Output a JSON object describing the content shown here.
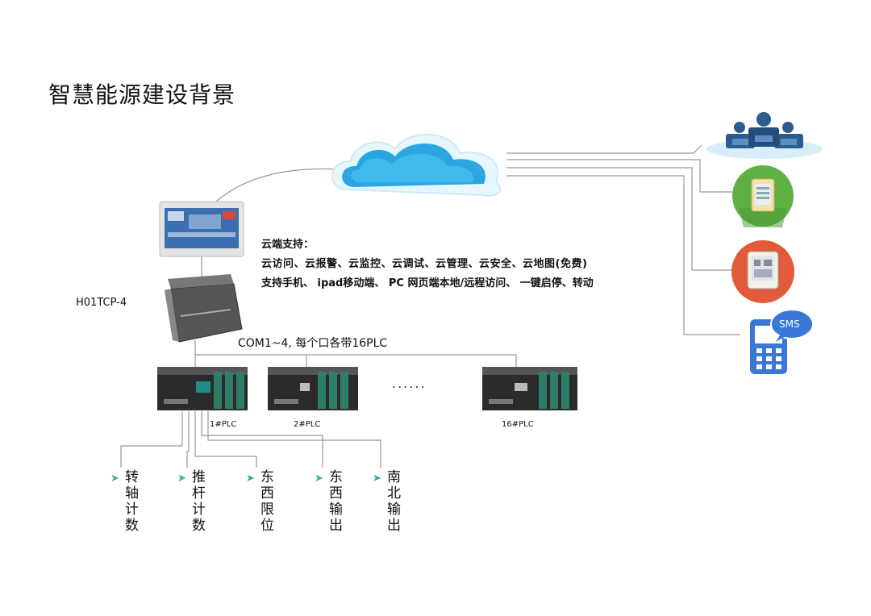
{
  "title": "智慧能源建设背景",
  "cloud_support": {
    "heading": "云端支持：",
    "line1": "云访问、云报警、云监控、云调试、云管理、云安全、云地图(免费)",
    "line2": "支持手机、 ipad移动端、 PC 网页端本地/远程访问、  一键启停、转动"
  },
  "gateway_label": "H01TCP-4",
  "com_label": "COM1~4, 每个口各带16PLC",
  "plcs": [
    {
      "label": "1#PLC"
    },
    {
      "label": "2#PLC"
    },
    {
      "label": "16#PLC"
    }
  ],
  "ellipsis": "......",
  "signals": [
    {
      "chars": [
        "转",
        "轴",
        "计",
        "数"
      ]
    },
    {
      "chars": [
        "推",
        "杆",
        "计",
        "数"
      ]
    },
    {
      "chars": [
        "东",
        "西",
        "限",
        "位"
      ]
    },
    {
      "chars": [
        "东",
        "西",
        "输",
        "出"
      ]
    },
    {
      "chars": [
        "南",
        "北",
        "输",
        "出"
      ]
    }
  ],
  "sms_text": "SMS",
  "colors": {
    "cloud": "#2aa7e0",
    "phone": "#3a78d8",
    "green_circle": "#5fb143",
    "red_circle": "#e25a3a",
    "team": "#2b5d8f"
  },
  "icons": [
    "cloud-icon",
    "hmi-screen-icon",
    "gateway-device-icon",
    "plc-icon",
    "team-icon",
    "tablet-app-icon",
    "meter-app-icon",
    "sms-phone-icon",
    "arrow-icon"
  ]
}
